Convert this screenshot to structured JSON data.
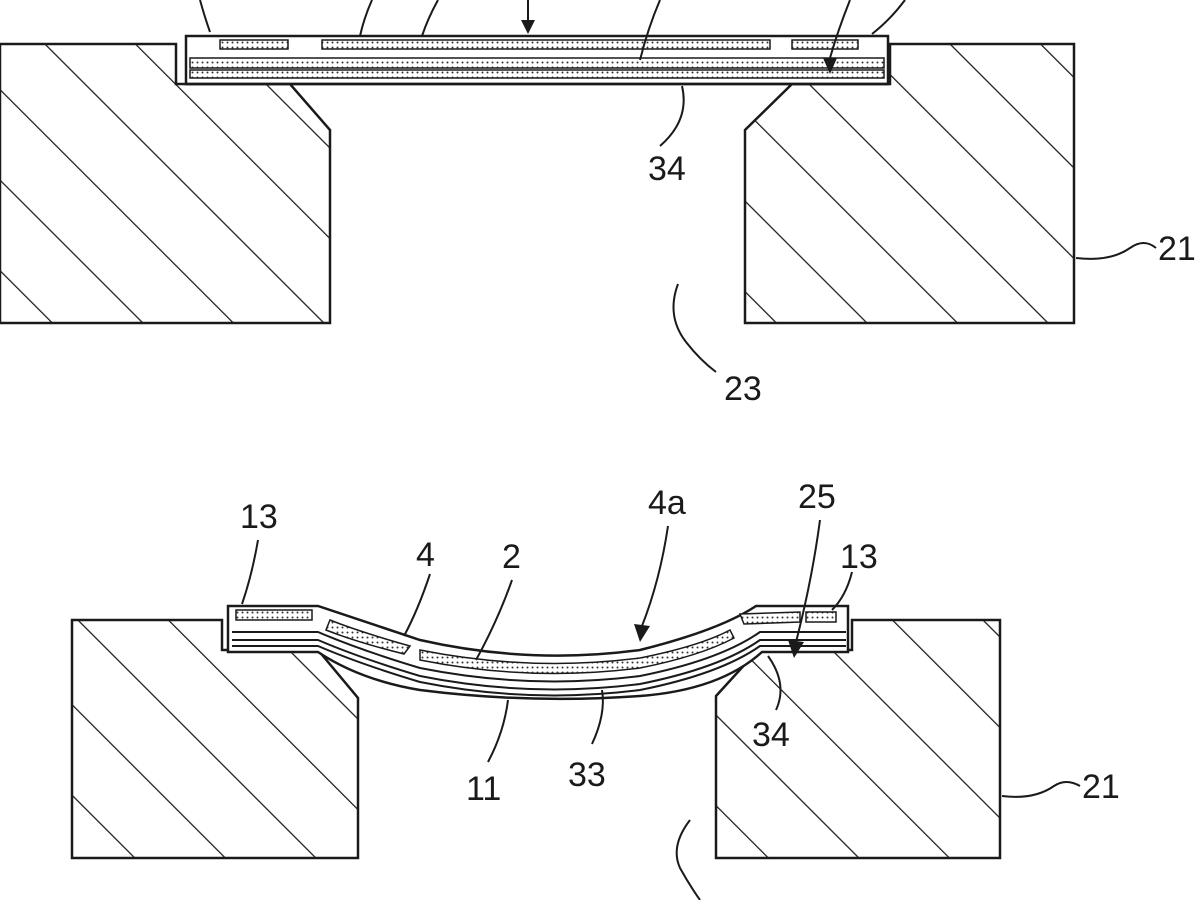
{
  "figure": {
    "top_view": {
      "labels": {
        "block": "21",
        "hole": "23",
        "layer": "34"
      }
    },
    "bottom_view": {
      "labels": {
        "edge_left": "13",
        "edge_right": "13",
        "part_4": "4",
        "part_2": "2",
        "part_4a": "4a",
        "part_25": "25",
        "part_34": "34",
        "part_11": "11",
        "part_33": "33",
        "block": "21"
      }
    }
  }
}
